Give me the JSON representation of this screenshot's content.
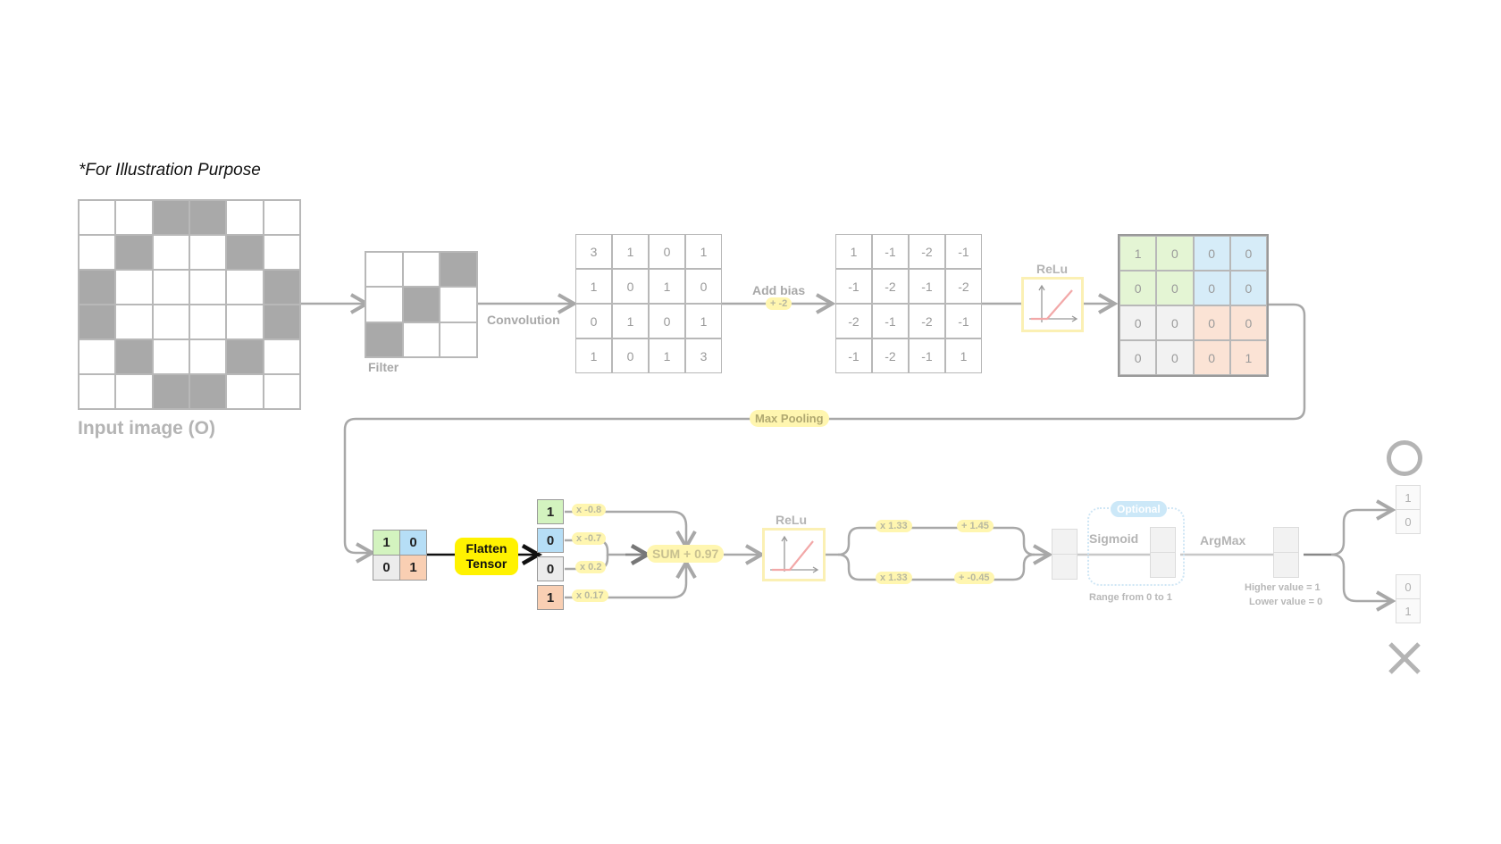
{
  "note": "*For Illustration Purpose",
  "input": {
    "label": "Input image (O)",
    "pattern": [
      [
        0,
        0,
        1,
        1,
        0,
        0
      ],
      [
        0,
        1,
        0,
        0,
        1,
        0
      ],
      [
        1,
        0,
        0,
        0,
        0,
        1
      ],
      [
        1,
        0,
        0,
        0,
        0,
        1
      ],
      [
        0,
        1,
        0,
        0,
        1,
        0
      ],
      [
        0,
        0,
        1,
        1,
        0,
        0
      ]
    ]
  },
  "filter": {
    "label": "Filter",
    "pattern": [
      [
        0,
        0,
        1
      ],
      [
        0,
        1,
        0
      ],
      [
        1,
        0,
        0
      ]
    ]
  },
  "convolution": {
    "label": "Convolution",
    "values": [
      [
        "3",
        "1",
        "0",
        "1"
      ],
      [
        "1",
        "0",
        "1",
        "0"
      ],
      [
        "0",
        "1",
        "0",
        "1"
      ],
      [
        "1",
        "0",
        "1",
        "3"
      ]
    ]
  },
  "bias": {
    "label": "Add bias",
    "value": "+ -2"
  },
  "biased": {
    "values": [
      [
        "1",
        "-1",
        "-2",
        "-1"
      ],
      [
        "-1",
        "-2",
        "-1",
        "-2"
      ],
      [
        "-2",
        "-1",
        "-2",
        "-1"
      ],
      [
        "-1",
        "-2",
        "-1",
        "1"
      ]
    ]
  },
  "relu1": {
    "label": "ReLu"
  },
  "relu_out": {
    "values": [
      [
        "1",
        "0",
        "0",
        "0"
      ],
      [
        "0",
        "0",
        "0",
        "0"
      ],
      [
        "0",
        "0",
        "0",
        "0"
      ],
      [
        "0",
        "0",
        "0",
        "1"
      ]
    ]
  },
  "maxpool": {
    "label": "Max Pooling"
  },
  "pooled": {
    "values": [
      "1",
      "0",
      "0",
      "1"
    ]
  },
  "flatten": {
    "line1": "Flatten",
    "line2": "Tensor"
  },
  "flat_values": [
    "1",
    "0",
    "0",
    "1"
  ],
  "weights": [
    "x -0.8",
    "x -0.7",
    "x 0.2",
    "x 0.17"
  ],
  "sum": {
    "label": "SUM + 0.97"
  },
  "relu2": {
    "label": "ReLu"
  },
  "branch_top": {
    "weight": "x 1.33",
    "bias": "+ 1.45"
  },
  "branch_bottom": {
    "weight": "x 1.33",
    "bias": "+ -0.45"
  },
  "sigmoid": {
    "label": "Sigmoid",
    "badge": "Optional",
    "range": "Range from 0 to 1"
  },
  "argmax": {
    "label": "ArgMax",
    "line1": "Higher value = 1",
    "line2": "Lower value = 0"
  },
  "outputs": {
    "top": [
      "1",
      "0"
    ],
    "bottom": [
      "0",
      "1"
    ]
  },
  "colors": {
    "dark_cell": "#a9a9a9",
    "green": "#e4f5d4",
    "blue": "#d6ecf8",
    "gray": "#f2f2f2",
    "peach": "#fbe3d5",
    "green_strong": "#d3f3bf",
    "blue_strong": "#b6def6",
    "gray_strong": "#ececec",
    "peach_strong": "#f9cfb3",
    "highlight": "#fff6b0",
    "flatten": "#fff200"
  },
  "icons": [
    "circle-icon",
    "cross-icon",
    "relu-graph-icon"
  ]
}
